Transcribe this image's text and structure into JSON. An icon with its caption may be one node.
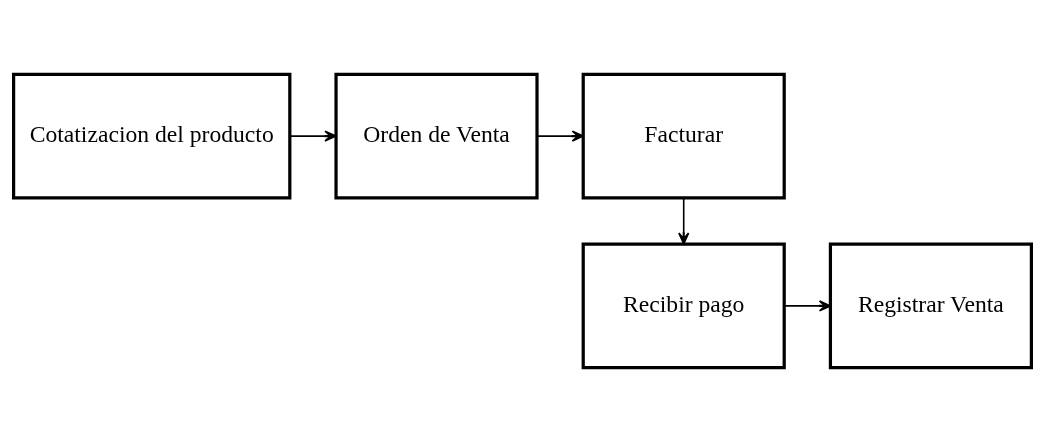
{
  "diagram": {
    "nodes": [
      {
        "text": [
          "Cotatizacion del producto"
        ]
      },
      {
        "text": [
          "Orden de Venta"
        ]
      },
      {
        "text": [
          "Facturar"
        ]
      },
      {
        "text": [
          "Recibir pago"
        ]
      },
      {
        "text": [
          "Registrar Venta"
        ]
      }
    ],
    "edges": [
      {
        "from": 0,
        "to": 1,
        "arrow": "to"
      },
      {
        "from": 1,
        "to": 2,
        "arrow": "to"
      },
      {
        "from": 2,
        "to": 3,
        "arrow": "to"
      },
      {
        "from": 3,
        "to": 4,
        "arrow": "to"
      }
    ]
  }
}
